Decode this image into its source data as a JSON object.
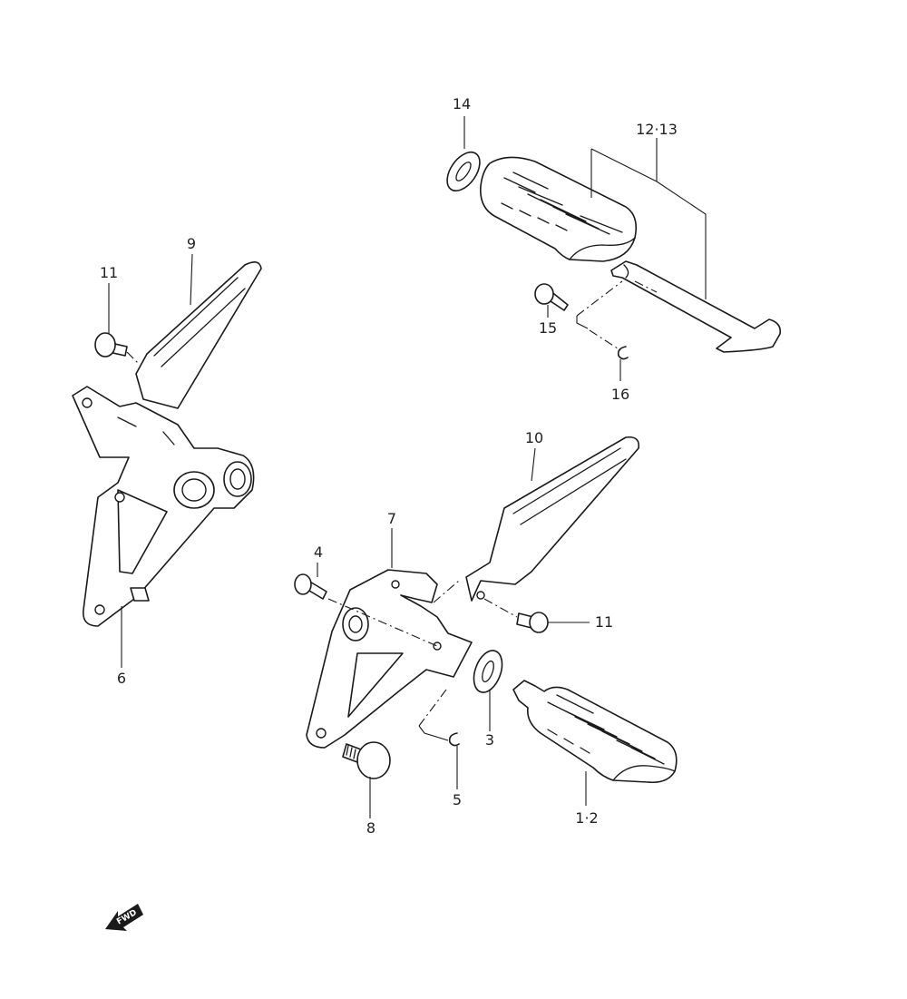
{
  "callouts": {
    "p1_2": "1·2",
    "p3": "3",
    "p4": "4",
    "p5": "5",
    "p6": "6",
    "p7": "7",
    "p8": "8",
    "p9": "9",
    "p10": "10",
    "p11_upper": "11",
    "p11_lower": "11",
    "p12_13": "12·13",
    "p14": "14",
    "p15": "15",
    "p16": "16"
  },
  "fwd_indicator": {
    "label": "FWD",
    "icon": "fwd-arrow-icon"
  },
  "colors": {
    "line": "#1a1a1a",
    "background": "#ffffff"
  }
}
